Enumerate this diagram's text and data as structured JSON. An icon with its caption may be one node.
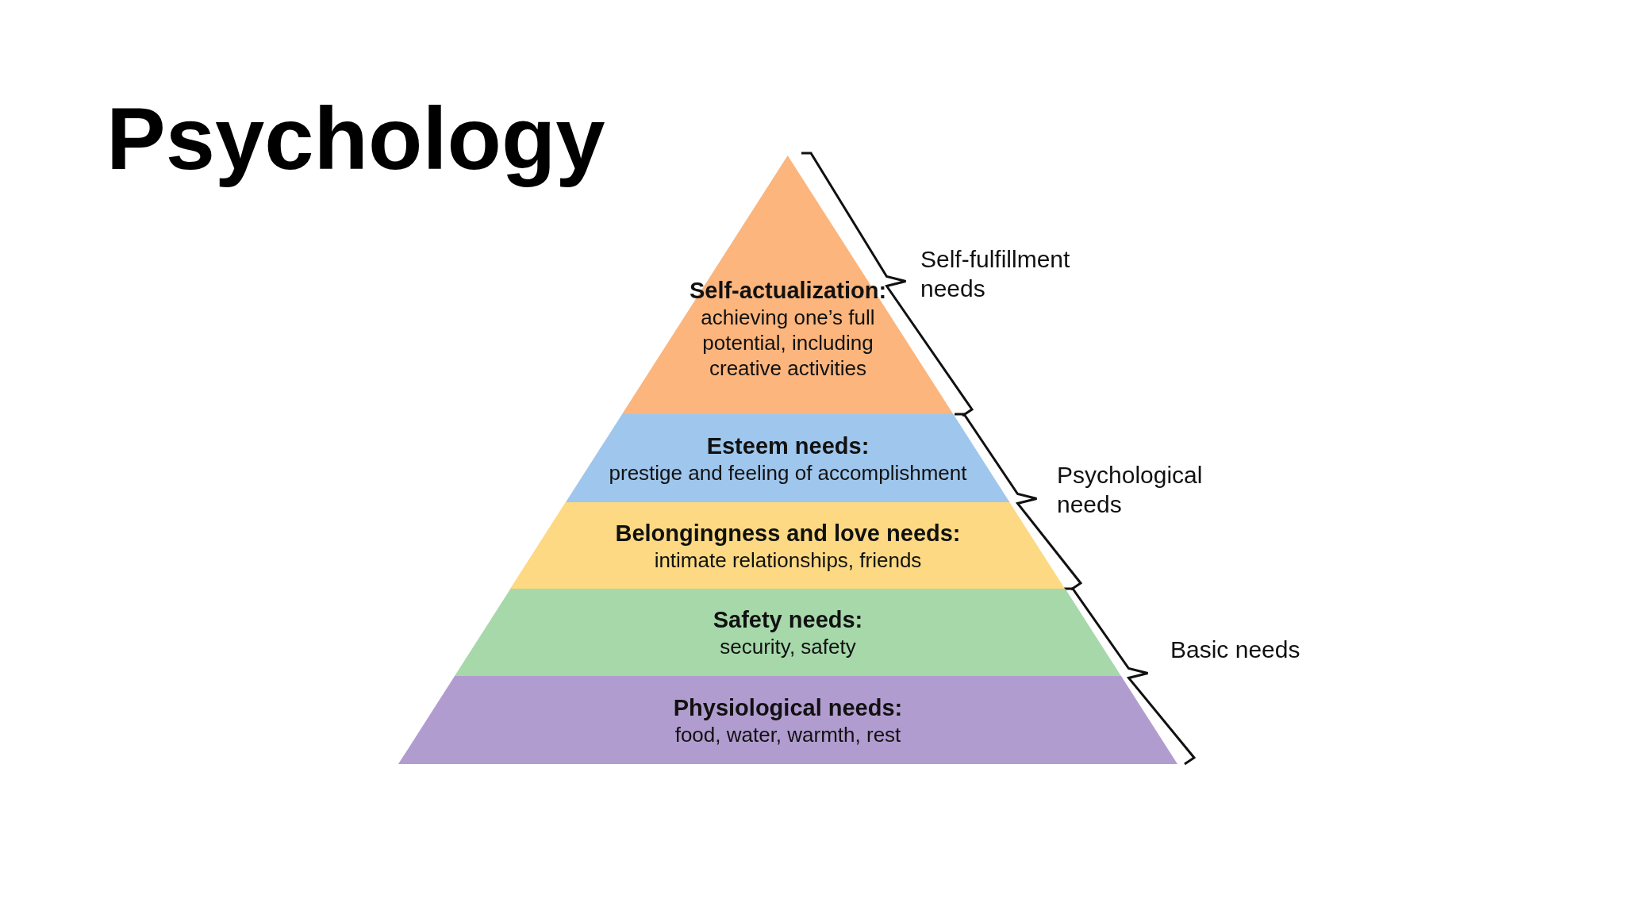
{
  "diagram": {
    "title": "Psychology",
    "nodes": [
      {
        "text": [
          "Self-actualization:",
          "achieving one’s full potential, including creative activities"
        ]
      },
      {
        "text": [
          "Esteem needs:",
          "prestige and feeling of accomplishment"
        ]
      },
      {
        "text": [
          "Belongingness and love needs:",
          "intimate relationships, friends"
        ]
      },
      {
        "text": [
          "Safety needs:",
          "security, safety"
        ]
      },
      {
        "text": [
          "Physiological needs:",
          "food, water, warmth, rest"
        ]
      }
    ],
    "labels": [
      "Self-fulfillment needs",
      "Psychological needs",
      "Basic needs"
    ]
  }
}
